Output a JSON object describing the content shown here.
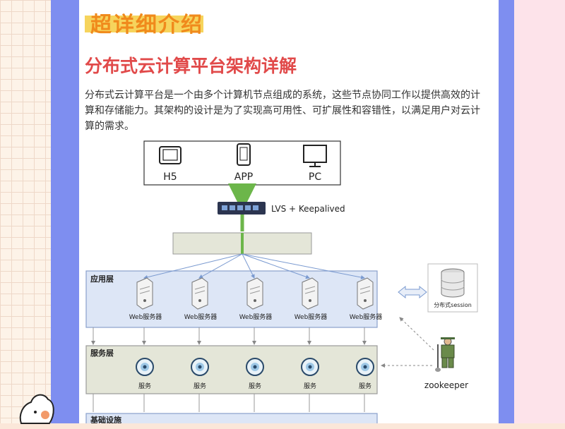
{
  "header": {
    "badge": "超详细介绍",
    "title": "分布式云计算平台架构详解",
    "paragraph": "分布式云计算平台是一个由多个计算机节点组成的系统，这些节点协同工作以提供高效的计算和存储能力。其架构的设计是为了实现高可用性、可扩展性和容错性，以满足用户对云计算的需求。"
  },
  "diagram": {
    "clients": [
      {
        "label": "H5",
        "icon": "tablet-icon"
      },
      {
        "label": "APP",
        "icon": "phone-icon"
      },
      {
        "label": "PC",
        "icon": "monitor-icon"
      }
    ],
    "lb_label": "LVS + Keepalived",
    "app_layer": {
      "title": "应用层",
      "servers": [
        "Web服务器",
        "Web服务器",
        "Web服务器",
        "Web服务器",
        "Web服务器"
      ]
    },
    "session": {
      "label": "分布式session"
    },
    "service_layer": {
      "title": "服务层",
      "services": [
        "服务",
        "服务",
        "服务",
        "服务",
        "服务"
      ]
    },
    "zookeeper": {
      "label": "zookeeper"
    },
    "infra_layer": {
      "title": "基础设施"
    }
  },
  "colors": {
    "badge_text": "#f08a1c",
    "badge_highlight": "#f6d45c",
    "title": "#e14a4a",
    "stripe": "#7e8ef0",
    "layer_fill": "#dde6f6",
    "arrow_green": "#6cb64a"
  }
}
